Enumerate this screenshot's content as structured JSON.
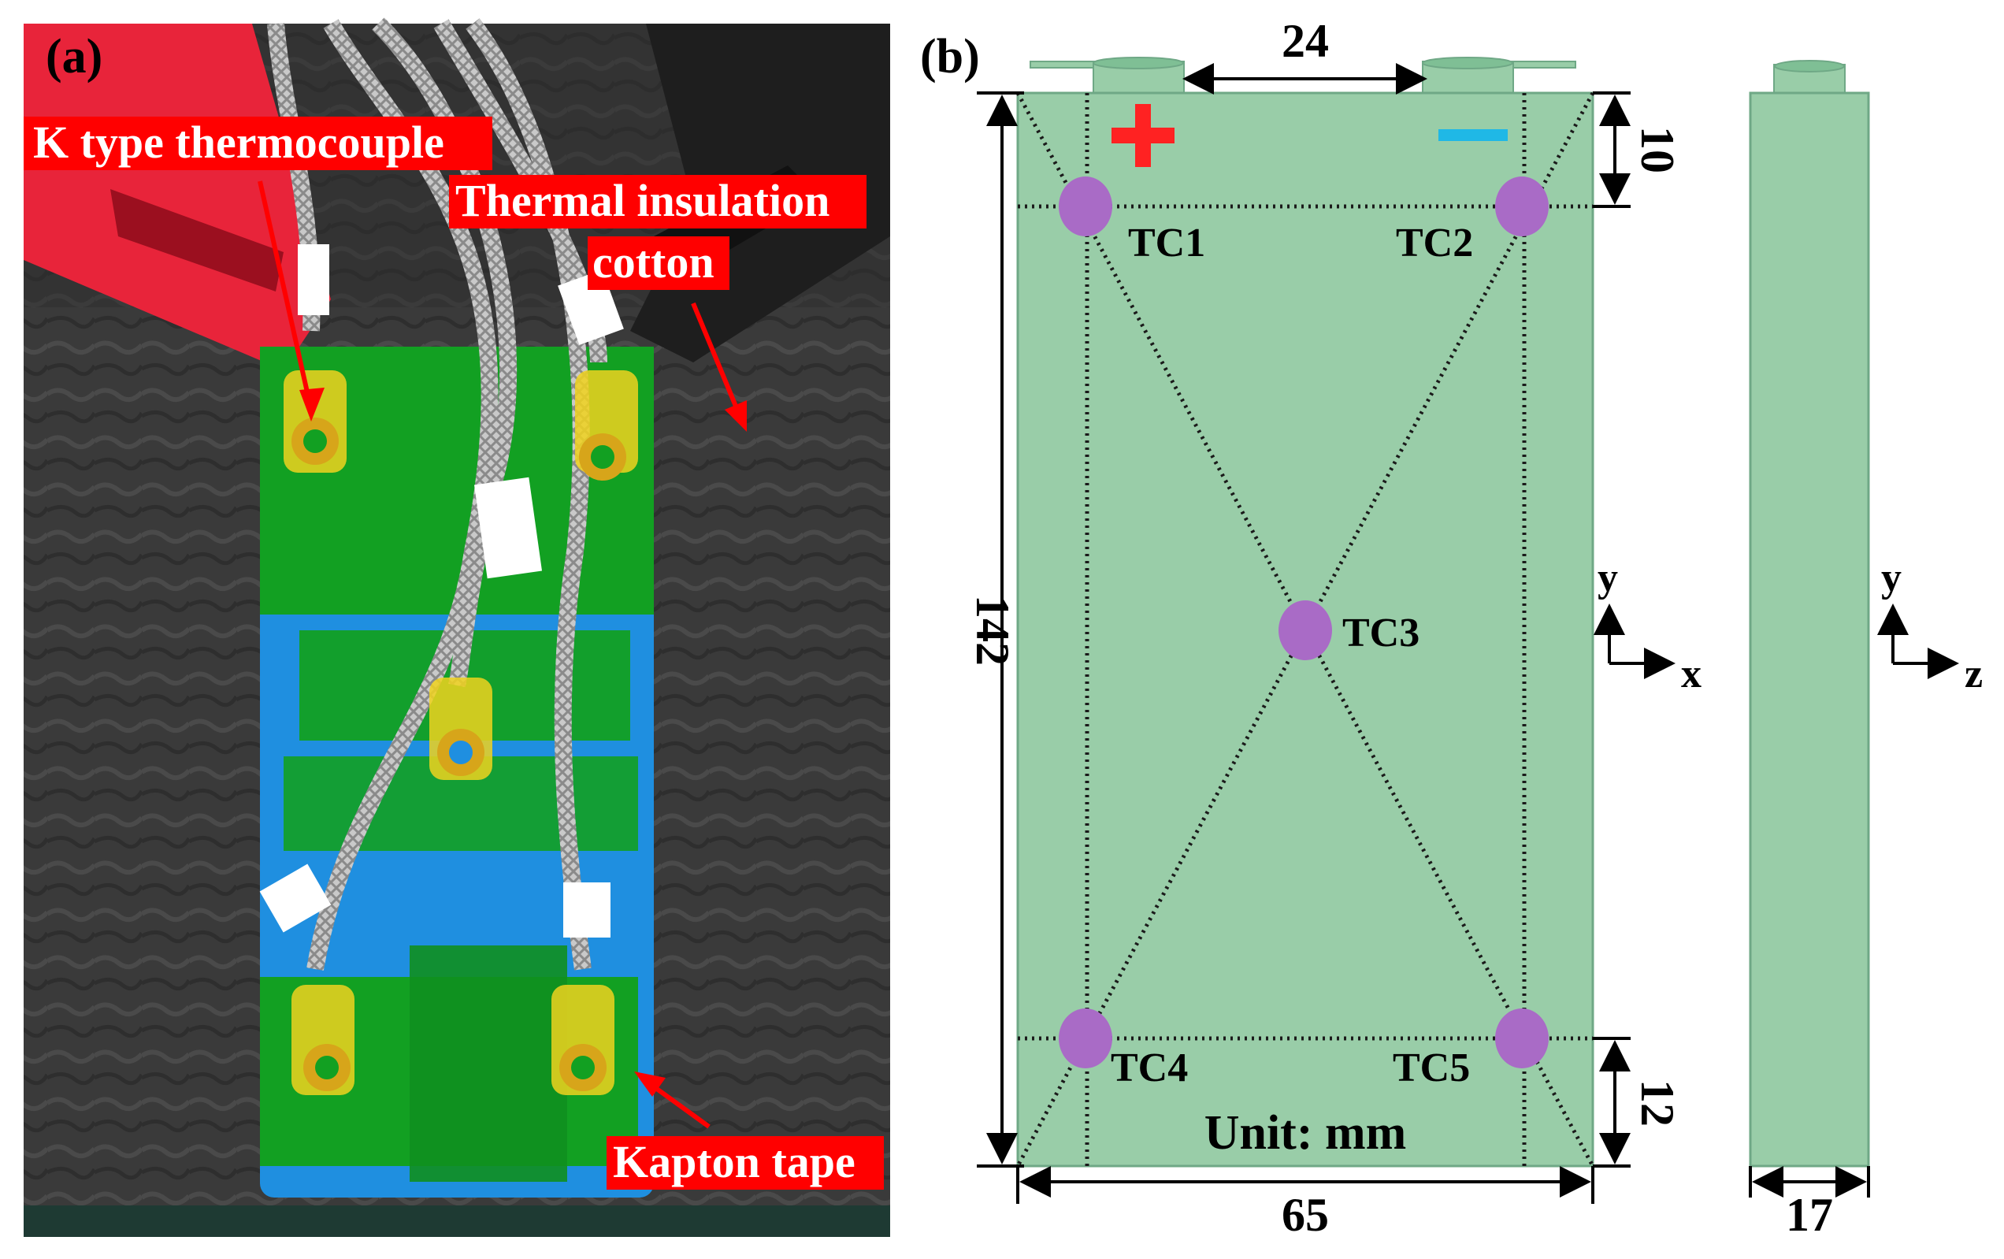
{
  "panel_a": {
    "label": "(a)",
    "annotations": {
      "thermocouple": "K type thermocouple",
      "insulation_line1": "Thermal  insulation",
      "insulation_line2": "cotton",
      "kapton": "Kapton tape"
    }
  },
  "panel_b": {
    "label": "(b)",
    "dimensions": {
      "tab_spacing": "24",
      "top_offset": "10",
      "height": "142",
      "bottom_offset": "12",
      "width": "65",
      "thickness": "17"
    },
    "terminals": {
      "positive": "+",
      "negative": "−"
    },
    "thermocouples": [
      "TC1",
      "TC2",
      "TC3",
      "TC4",
      "TC5"
    ],
    "unit": "Unit: mm",
    "axes_front": {
      "up": "y",
      "right": "x"
    },
    "axes_side": {
      "up": "y",
      "right": "z"
    }
  },
  "colors": {
    "cell_face": "#99cda8",
    "cell_edge": "#6fa886",
    "tc_marker": "#a96bc6",
    "positive": "#ff2222",
    "negative": "#1fb8e6",
    "callout_bg": "#ff0000",
    "photo_background": "#3b3b3b",
    "battery_blue": "#1f8fe0",
    "tape_green": "#12a022"
  }
}
